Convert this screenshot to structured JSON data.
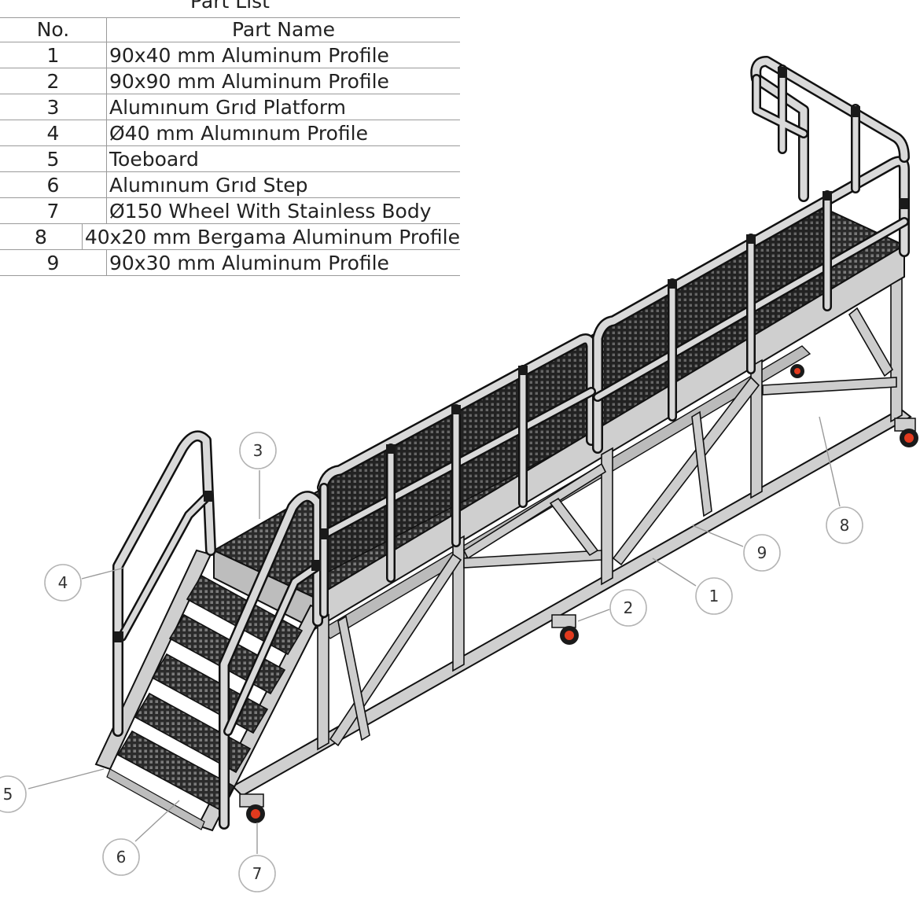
{
  "table": {
    "title": "Part List",
    "headers": {
      "no": "No.",
      "name": "Part Name"
    },
    "rows": [
      {
        "no": "1",
        "name": "90x40 mm Aluminum Profile"
      },
      {
        "no": "2",
        "name": "90x90 mm Aluminum Profile"
      },
      {
        "no": "3",
        "name": "Alumınum Grıd Platform"
      },
      {
        "no": "4",
        "name": "Ø40 mm Alumınum Profile"
      },
      {
        "no": "5",
        "name": "Toeboard"
      },
      {
        "no": "6",
        "name": "Alumınum Grıd Step"
      },
      {
        "no": "7",
        "name": "Ø150 Wheel With Stainless Body"
      },
      {
        "no": "8",
        "name": "40x20 mm Bergama Aluminum Profile"
      },
      {
        "no": "9",
        "name": "90x30 mm Aluminum Profile"
      }
    ]
  },
  "callouts": {
    "c1": "1",
    "c2": "2",
    "c3": "3",
    "c4": "4",
    "c5": "5",
    "c6": "6",
    "c7": "7",
    "c8": "8",
    "c9": "9"
  },
  "colors": {
    "frame": "#c9c9c9",
    "frame_edge": "#1c1c1c",
    "grid": "#2a2a2a",
    "wheel": "#e23a1e"
  }
}
